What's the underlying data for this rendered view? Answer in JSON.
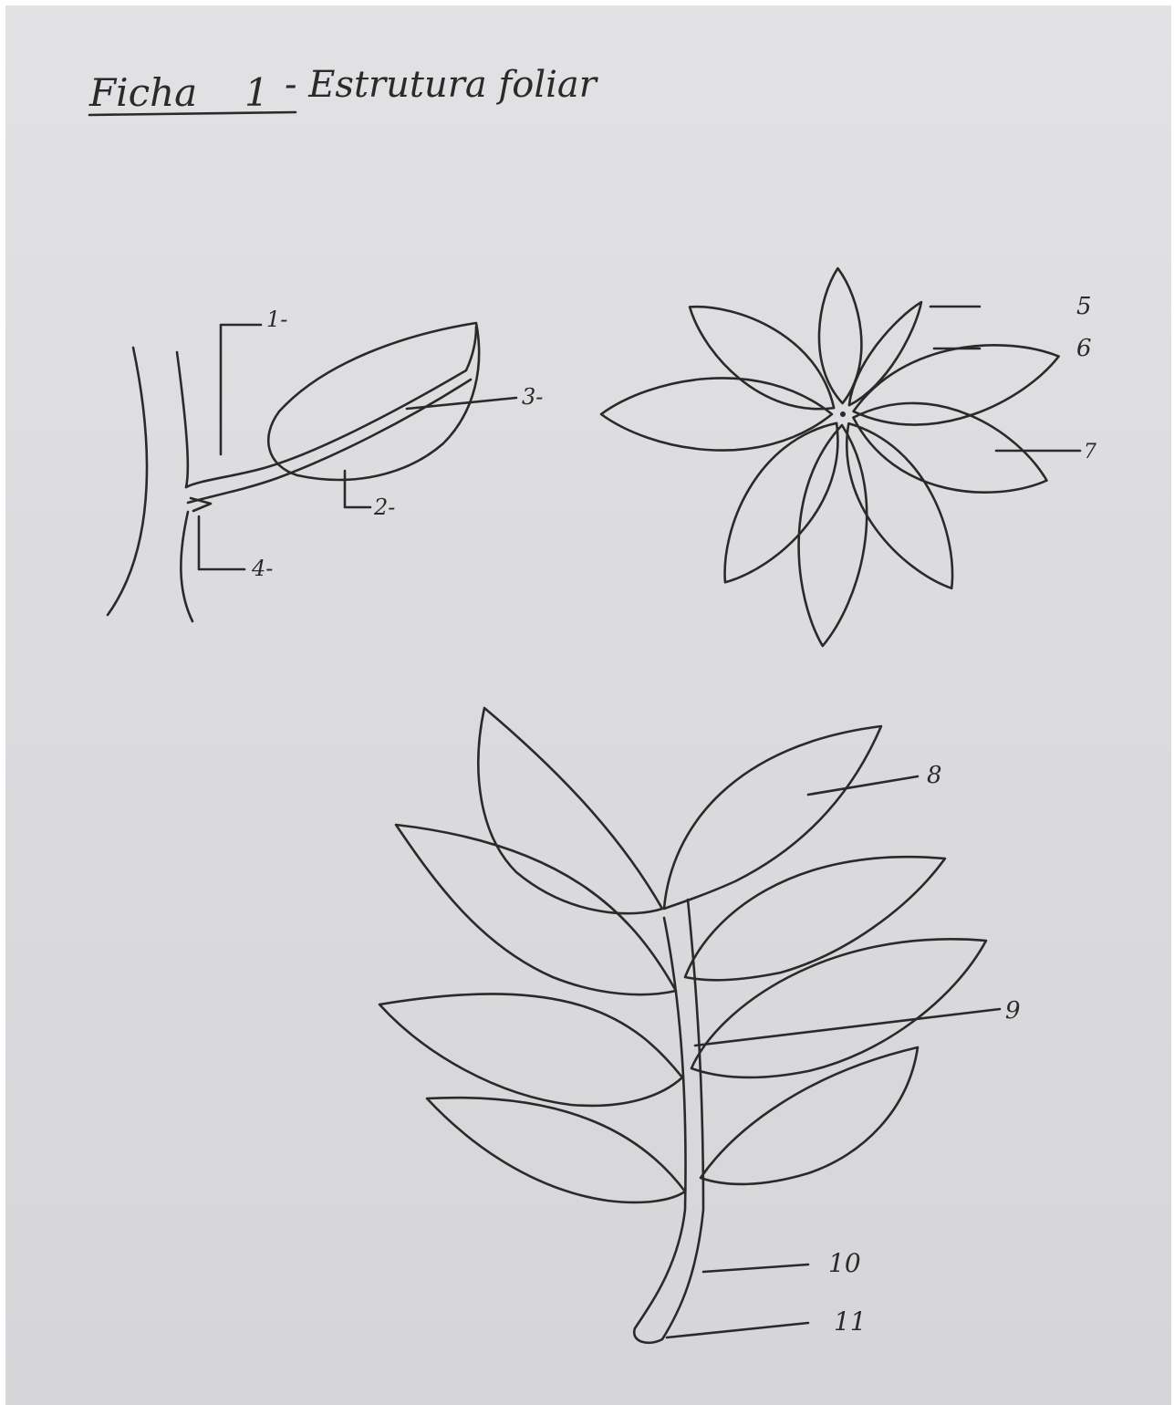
{
  "title": {
    "ficha": "Ficha",
    "number": "1",
    "rest": "- Estrutura   foliar"
  },
  "labels": {
    "l1": "1-",
    "l2": "2-",
    "l3": "3-",
    "l4": "4-",
    "l5": "5",
    "l6": "6",
    "l7": "7",
    "l8": "8",
    "l9": "9",
    "l10": "10",
    "l11": "11"
  },
  "colors": {
    "paper": "#dcdcdf",
    "ink": "#2a2a2a"
  }
}
